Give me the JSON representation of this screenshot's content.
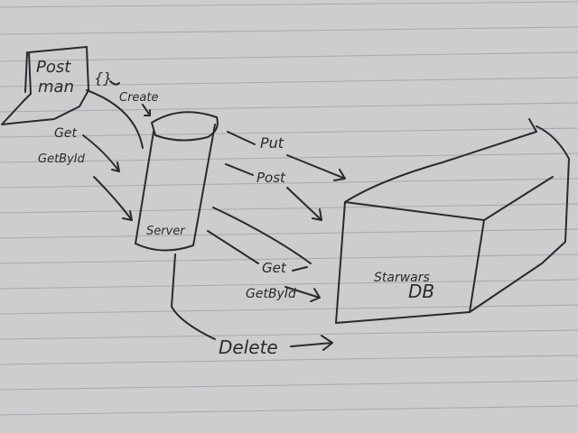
{
  "colors": {
    "paper": "#cfcccd",
    "ink": "#2a2a2e",
    "rule": "#a9a8ae"
  },
  "nodes": {
    "postman_line1": "Post",
    "postman_line2": "man",
    "server": "Server",
    "db_line1": "Starwars",
    "db_line2": "DB"
  },
  "edges": {
    "payload": "{}",
    "create": "Create",
    "get_left": "Get",
    "getbyid_left": "GetById",
    "put": "Put",
    "post": "Post",
    "get_right": "Get",
    "getbyid_right": "GetById",
    "delete": "Delete"
  }
}
